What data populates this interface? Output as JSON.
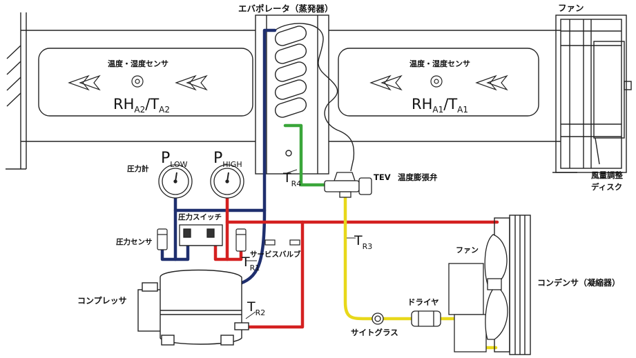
{
  "labels": {
    "evaporator": "エバポレータ（蒸発器）",
    "fan_top": "ファン",
    "sensor_left": "温度・湿度センサ",
    "sensor_right": "温度・湿度センサ",
    "rh_main": "RH",
    "rh_a2_sub": "A2",
    "t_main": "T",
    "t_a2_sub": "A2",
    "rh_a1_sub": "A1",
    "t_a1_sub": "A1",
    "p_main": "P",
    "p_low_sub": "LOW",
    "p_high_sub": "HIGH",
    "pressure_gauge": "圧力計",
    "pressure_switch": "圧力スイッチ",
    "pressure_sensor": "圧力センサ",
    "service_valve": "サービスバルブ",
    "tr_main": "T",
    "tr1_sub": "R1",
    "tr2_sub": "R2",
    "tr3_sub": "R3",
    "tr4_sub": "R4",
    "tev": "TEV",
    "tev_desc": "温度膨張弁",
    "airflow_disc_line1": "風量調整",
    "airflow_disc_line2": "ディスク",
    "compressor": "コンプレッサ",
    "condenser": "コンデンサ（凝縮器）",
    "fan_condenser": "ファン",
    "dryer": "ドライヤ",
    "sight_glass": "サイトグラス"
  },
  "colors": {
    "low_pressure_line": "#1f2f6e",
    "high_pressure_line": "#d42020",
    "liquid_line": "#e8d81a",
    "expansion_line": "#3aa63a",
    "outline": "#222222"
  }
}
